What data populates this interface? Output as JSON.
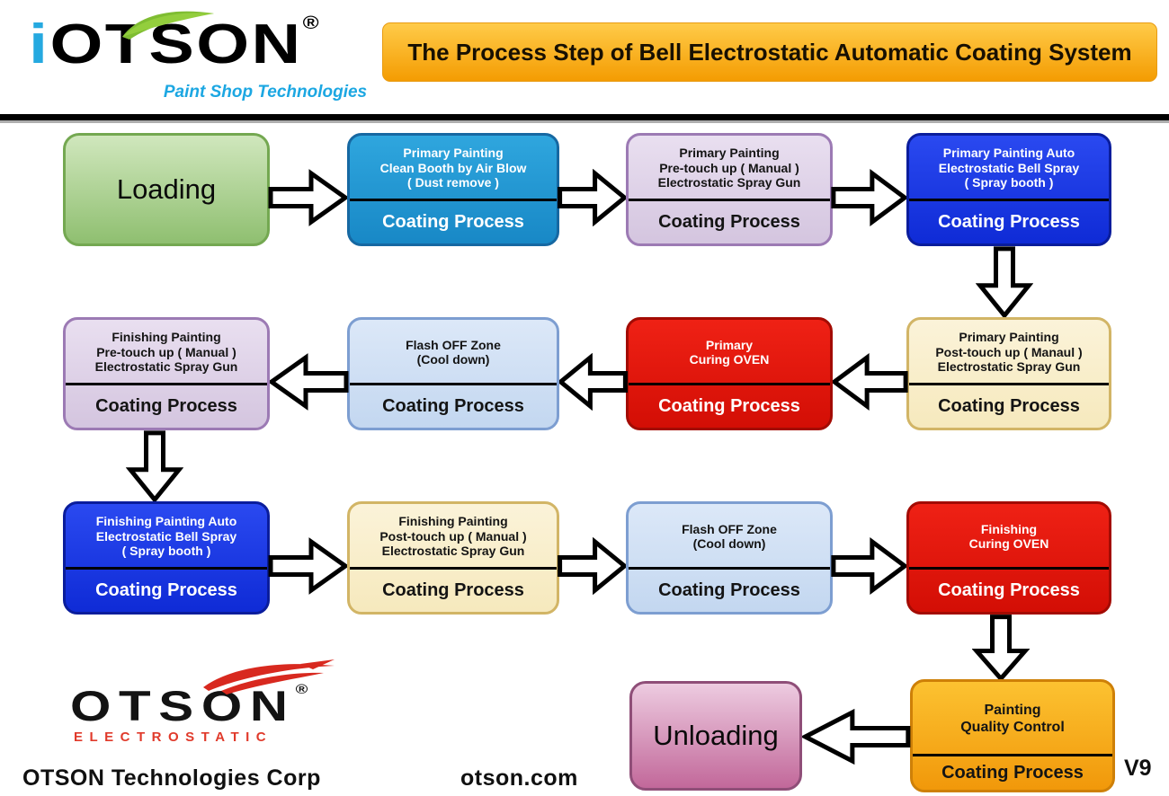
{
  "header": {
    "logo": {
      "prefix": "i",
      "brand": "OTSON",
      "registered": "®",
      "tagline": "Paint Shop Technologies"
    },
    "title": "The Process Step of  Bell Electrostatic Automatic Coating System"
  },
  "nodes": {
    "loading": {
      "label": "Loading"
    },
    "clean_booth": {
      "top": "Primary Painting\nClean Booth by Air Blow\n( Dust remove )",
      "bottom": "Coating Process"
    },
    "pre_touch_primary": {
      "top": "Primary Painting\nPre-touch up ( Manual )\nElectrostatic Spray Gun",
      "bottom": "Coating Process"
    },
    "bell_spray_primary": {
      "top": "Primary Painting Auto\nElectrostatic Bell Spray\n( Spray booth )",
      "bottom": "Coating Process"
    },
    "post_touch_primary": {
      "top": "Primary Painting\nPost-touch up ( Manaul )\nElectrostatic Spray Gun",
      "bottom": "Coating Process"
    },
    "primary_oven": {
      "top": "Primary\nCuring OVEN",
      "bottom": "Coating Process"
    },
    "flash_off_primary": {
      "top": "Flash OFF Zone\n(Cool down)",
      "bottom": "Coating Process"
    },
    "pre_touch_finishing": {
      "top": "Finishing Painting\nPre-touch up ( Manual )\nElectrostatic Spray Gun",
      "bottom": "Coating Process"
    },
    "bell_spray_finishing": {
      "top": "Finishing  Painting Auto\nElectrostatic Bell Spray\n( Spray booth )",
      "bottom": "Coating Process"
    },
    "post_touch_finishing": {
      "top": "Finishing Painting\nPost-touch up ( Manual )\nElectrostatic Spray Gun",
      "bottom": "Coating Process"
    },
    "flash_off_finishing": {
      "top": "Flash OFF Zone\n(Cool down)",
      "bottom": "Coating Process"
    },
    "finishing_oven": {
      "top": "Finishing\nCuring OVEN",
      "bottom": "Coating Process"
    },
    "quality_control": {
      "top": "Painting\nQuality Control",
      "bottom": "Coating Process"
    },
    "unloading": {
      "label": "Unloading"
    }
  },
  "flow_order": [
    "loading",
    "clean_booth",
    "pre_touch_primary",
    "bell_spray_primary",
    "post_touch_primary",
    "primary_oven",
    "flash_off_primary",
    "pre_touch_finishing",
    "bell_spray_finishing",
    "post_touch_finishing",
    "flash_off_finishing",
    "finishing_oven",
    "quality_control",
    "unloading"
  ],
  "footer": {
    "brand": "OTSON",
    "registered": "®",
    "sub_brand": "ELECTROSTATIC",
    "company": "OTSON Technologies Corp",
    "website": "otson.com",
    "version": "V9"
  },
  "palette": {
    "banner_orange": "#F7A60A",
    "loading_green": "#A9CF8C",
    "clean_booth_blue": "#2197D5",
    "manual_touchup_lavender": "#DCCFE5",
    "bell_spray_blue": "#1A38E0",
    "post_touchup_cream": "#F9EFCC",
    "curing_oven_red": "#DF140B",
    "flash_off_lightblue": "#CEDFF4",
    "quality_control_orange": "#F6A81C",
    "unloading_pink": "#D998BC",
    "logo_blue": "#25A9E0",
    "logo_leaf_green": "#7FBD32",
    "logo_red": "#D8291F",
    "arrow_outline": "#000000"
  }
}
